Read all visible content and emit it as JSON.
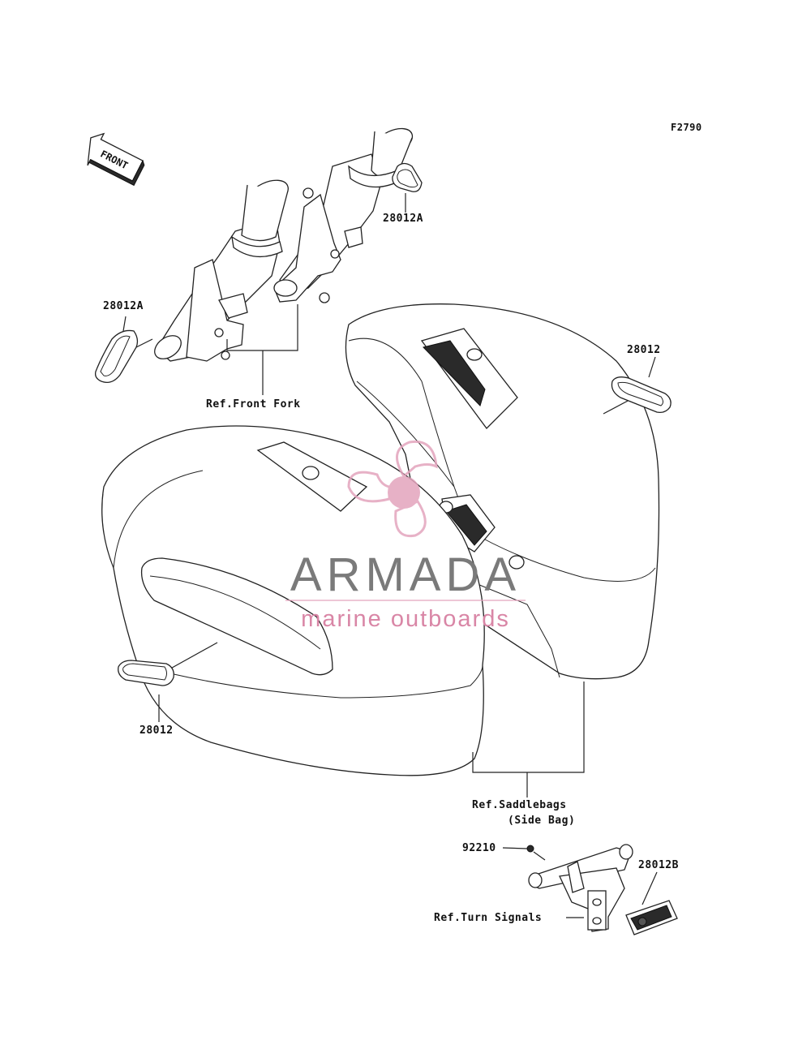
{
  "figure_code": "F2790",
  "front_arrow_text": "FRONT",
  "labels": {
    "p28012A_top": "28012A",
    "p28012A_left": "28012A",
    "p28012_right": "28012",
    "p28012_bottom": "28012",
    "p92210": "92210",
    "p28012B": "28012B"
  },
  "references": {
    "front_fork": "Ref.Front Fork",
    "saddlebags_line1": "Ref.Saddlebags",
    "saddlebags_line2": "(Side Bag)",
    "turn_signals": "Ref.Turn Signals"
  },
  "watermark": {
    "brand": "ARMADA",
    "tagline": "marine outboards",
    "brand_color": "#7a7a7a",
    "tagline_color": "#d986a6",
    "logo_color": "#e3a4bd"
  }
}
